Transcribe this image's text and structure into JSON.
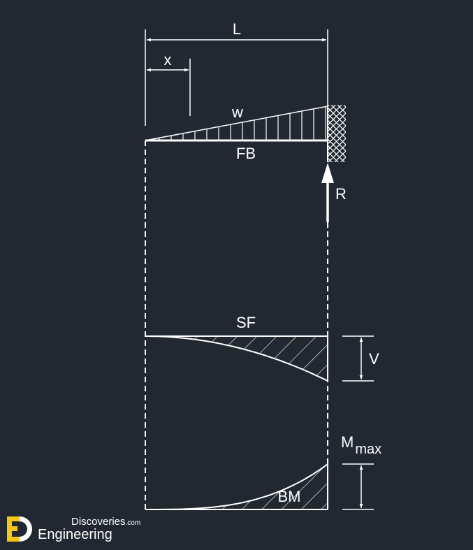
{
  "labels": {
    "span": "L",
    "distance": "x",
    "load": "w",
    "free_body": "FB",
    "reaction": "R",
    "shear_force": "SF",
    "shear_value": "V",
    "moment_main": "M",
    "moment_sub": "max",
    "bending_moment": "BM"
  },
  "logo": {
    "word_top": "Discoveries",
    "word_top_suffix": ".com",
    "word_bottom": "Engineering",
    "accent_color": "#f5c518"
  },
  "colors": {
    "background": "#222831",
    "line": "#ffffff"
  }
}
